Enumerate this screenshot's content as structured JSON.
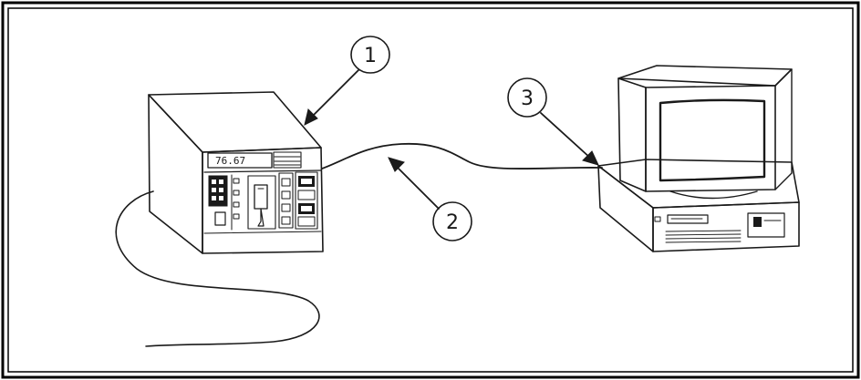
{
  "figure": {
    "callouts": [
      {
        "id": "1",
        "label": "1"
      },
      {
        "id": "2",
        "label": "2"
      },
      {
        "id": "3",
        "label": "3"
      }
    ],
    "plc_display": "76.67"
  }
}
